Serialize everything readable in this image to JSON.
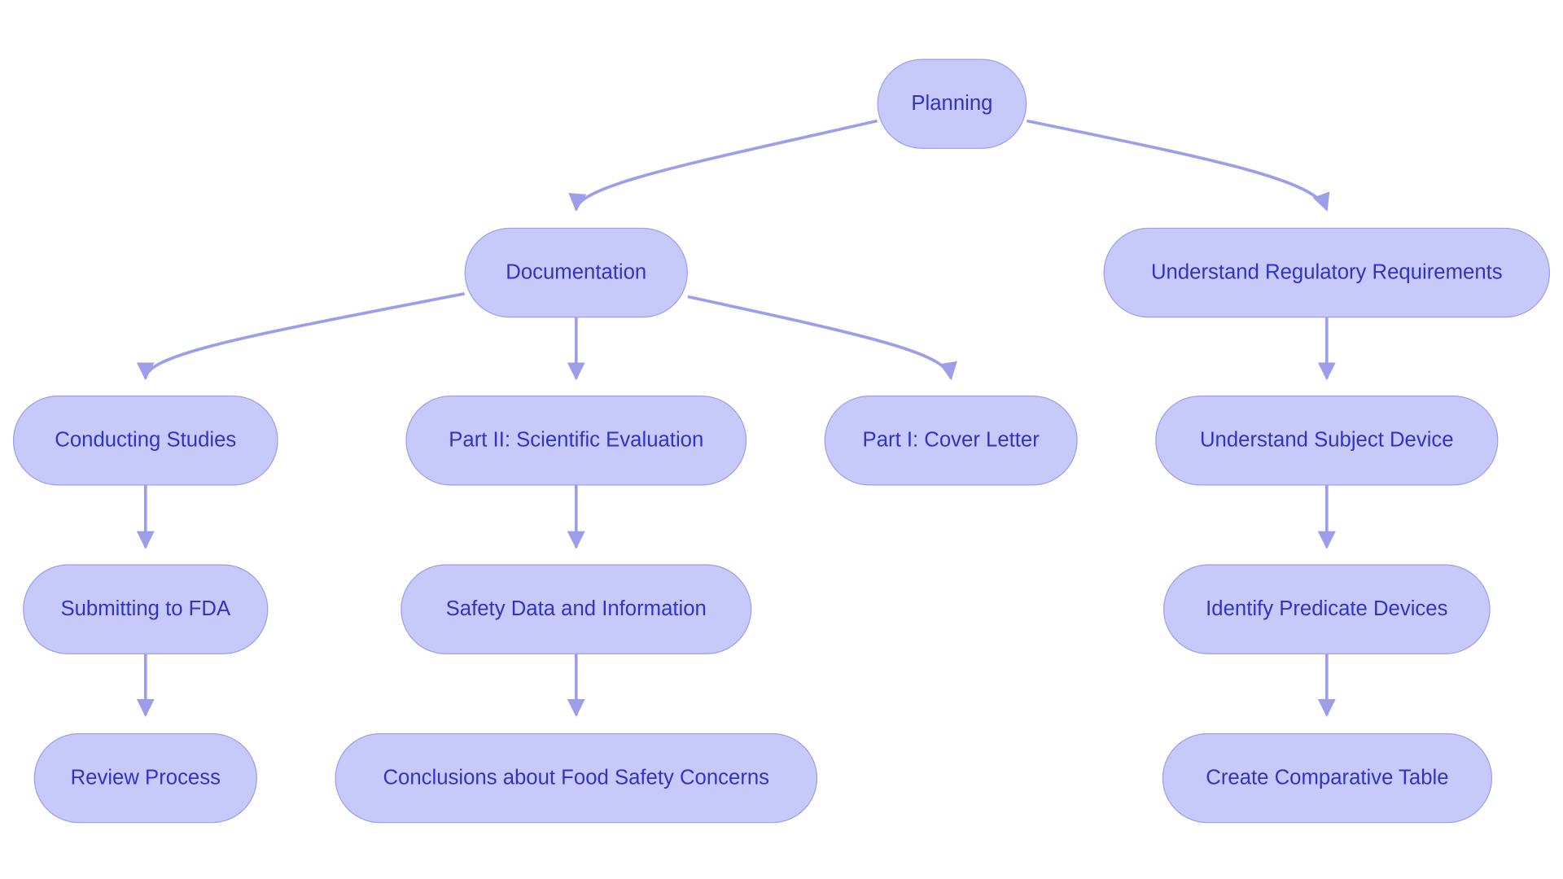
{
  "diagram": {
    "type": "flowchart-tree",
    "colors": {
      "node_fill": "#c8c9fb",
      "node_border": "#9c9ee9",
      "node_text": "#3432c2",
      "edge": "#9c9ee9"
    },
    "nodes": {
      "planning": "Planning",
      "documentation": "Documentation",
      "regulatory": "Understand Regulatory Requirements",
      "conducting": "Conducting Studies",
      "part2": "Part II: Scientific Evaluation",
      "part1": "Part I: Cover Letter",
      "subject_device": "Understand Subject Device",
      "submitting": "Submitting to FDA",
      "safety_data": "Safety Data and Information",
      "predicate": "Identify Predicate Devices",
      "review": "Review Process",
      "conclusions": "Conclusions about Food Safety Concerns",
      "comparative": "Create Comparative Table"
    },
    "edges": [
      [
        "planning",
        "documentation"
      ],
      [
        "planning",
        "regulatory"
      ],
      [
        "documentation",
        "conducting"
      ],
      [
        "documentation",
        "part2"
      ],
      [
        "documentation",
        "part1"
      ],
      [
        "regulatory",
        "subject_device"
      ],
      [
        "conducting",
        "submitting"
      ],
      [
        "submitting",
        "review"
      ],
      [
        "part2",
        "safety_data"
      ],
      [
        "safety_data",
        "conclusions"
      ],
      [
        "subject_device",
        "predicate"
      ],
      [
        "predicate",
        "comparative"
      ]
    ]
  }
}
